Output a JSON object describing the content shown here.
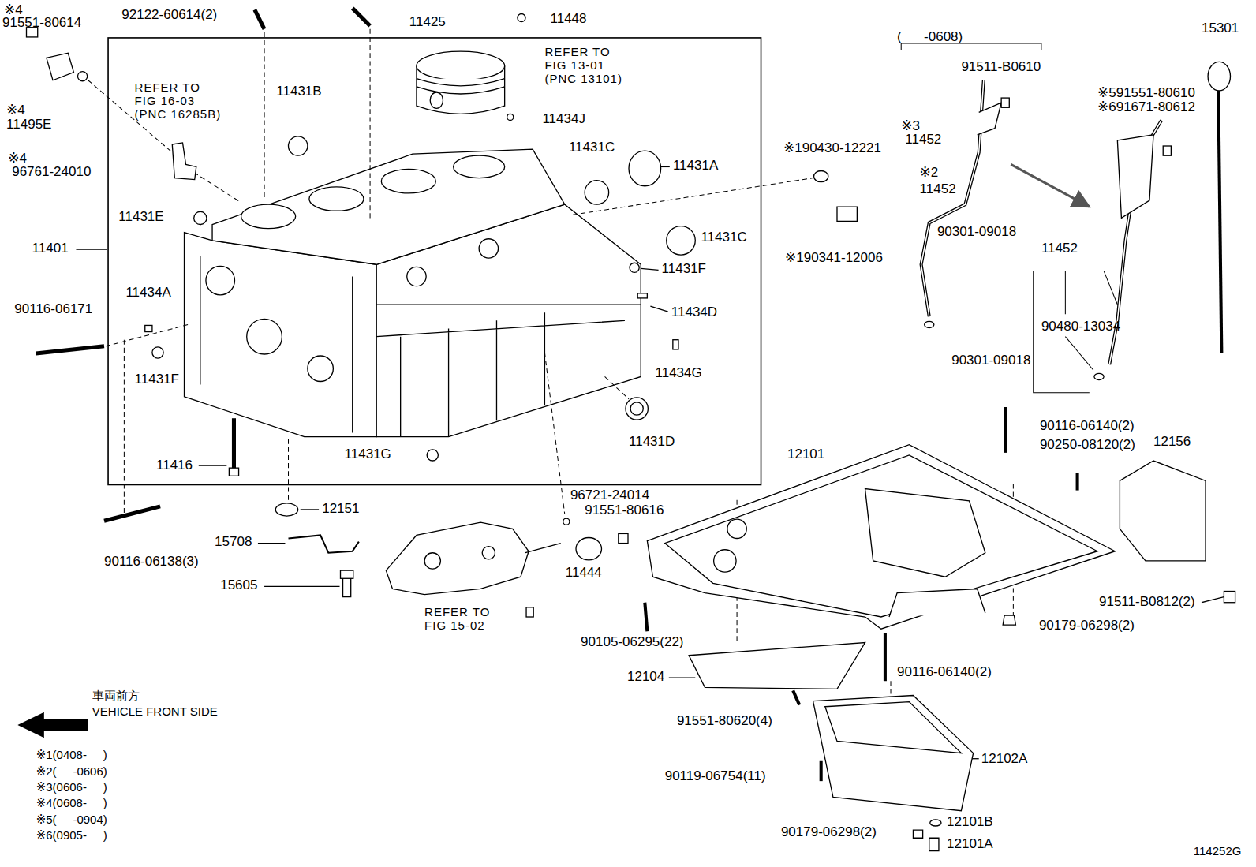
{
  "diagram": {
    "labels": [
      "※4",
      "91551-80614",
      "92122-60614(2)",
      "11425",
      "11448",
      "REFER TO FIG 13-01 (PNC 13101)",
      "REFER TO FIG 16-03 (PNC 16285B)",
      "11431B",
      "11434J",
      "11431C",
      "11431A",
      "11431E",
      "11401",
      "11431C",
      "11431F",
      "11434A",
      "90116-06171",
      "11434D",
      "11434G",
      "11431F",
      "11431D",
      "11431G",
      "11416",
      "※4",
      "11495E",
      "※4",
      "96761-24010",
      "※190430-12221",
      "※190341-12006",
      "(      -0608)",
      "91511-B0610",
      "※3",
      "11452",
      "※2",
      "11452",
      "90301-09018",
      "15301",
      "※591551-80610",
      "※691671-80612",
      "11452",
      "90480-13034",
      "90301-09018",
      "90116-06140(2)",
      "90250-08120(2)",
      "12156",
      "12101",
      "96721-24014",
      "91551-80616",
      "11444",
      "12151",
      "15708",
      "15605",
      "90116-06138(3)",
      "REFER TO FIG 15-02",
      "91511-B0812(2)",
      "90179-06298(2)",
      "90105-06295(22)",
      "12104",
      "90116-06140(2)",
      "91551-80620(4)",
      "12102A",
      "90119-06754(11)",
      "12101B",
      "90179-06298(2)",
      "12101A",
      "車両前方",
      "VEHICLE FRONT SIDE",
      "※1(0408-     )",
      "※2(     -0606)",
      "※3(0606-     )",
      "※4(0608-     )",
      "※5(     -0904)",
      "※6(0905-     )",
      "114252G"
    ]
  }
}
